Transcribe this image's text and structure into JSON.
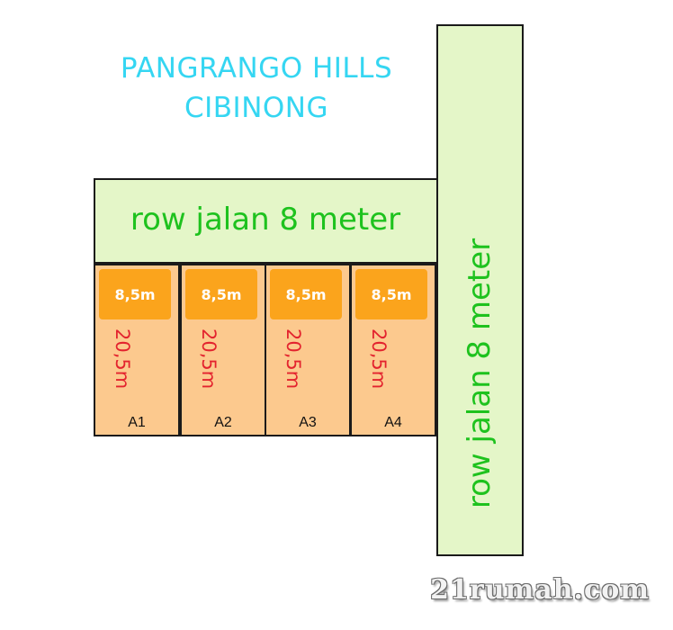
{
  "title": {
    "line1": "PANGRANGO HILLS",
    "line2": "CIBINONG"
  },
  "roads": {
    "horizontal_label": "row jalan 8 meter",
    "vertical_label": "row jalan 8 meter"
  },
  "lots": [
    {
      "id": "A1",
      "width": "8,5m",
      "depth": "20,5m"
    },
    {
      "id": "A2",
      "width": "8,5m",
      "depth": "20,5m"
    },
    {
      "id": "A3",
      "width": "8,5m",
      "depth": "20,5m"
    },
    {
      "id": "A4",
      "width": "8,5m",
      "depth": "20,5m"
    }
  ],
  "watermark": "21rumah.com",
  "colors": {
    "title": "#35d6f2",
    "road_fill": "#e4f6c8",
    "road_label": "#1ec21e",
    "lot_fill": "#fcc98e",
    "width_badge": "#fba41c",
    "depth_label": "#e3232e"
  }
}
